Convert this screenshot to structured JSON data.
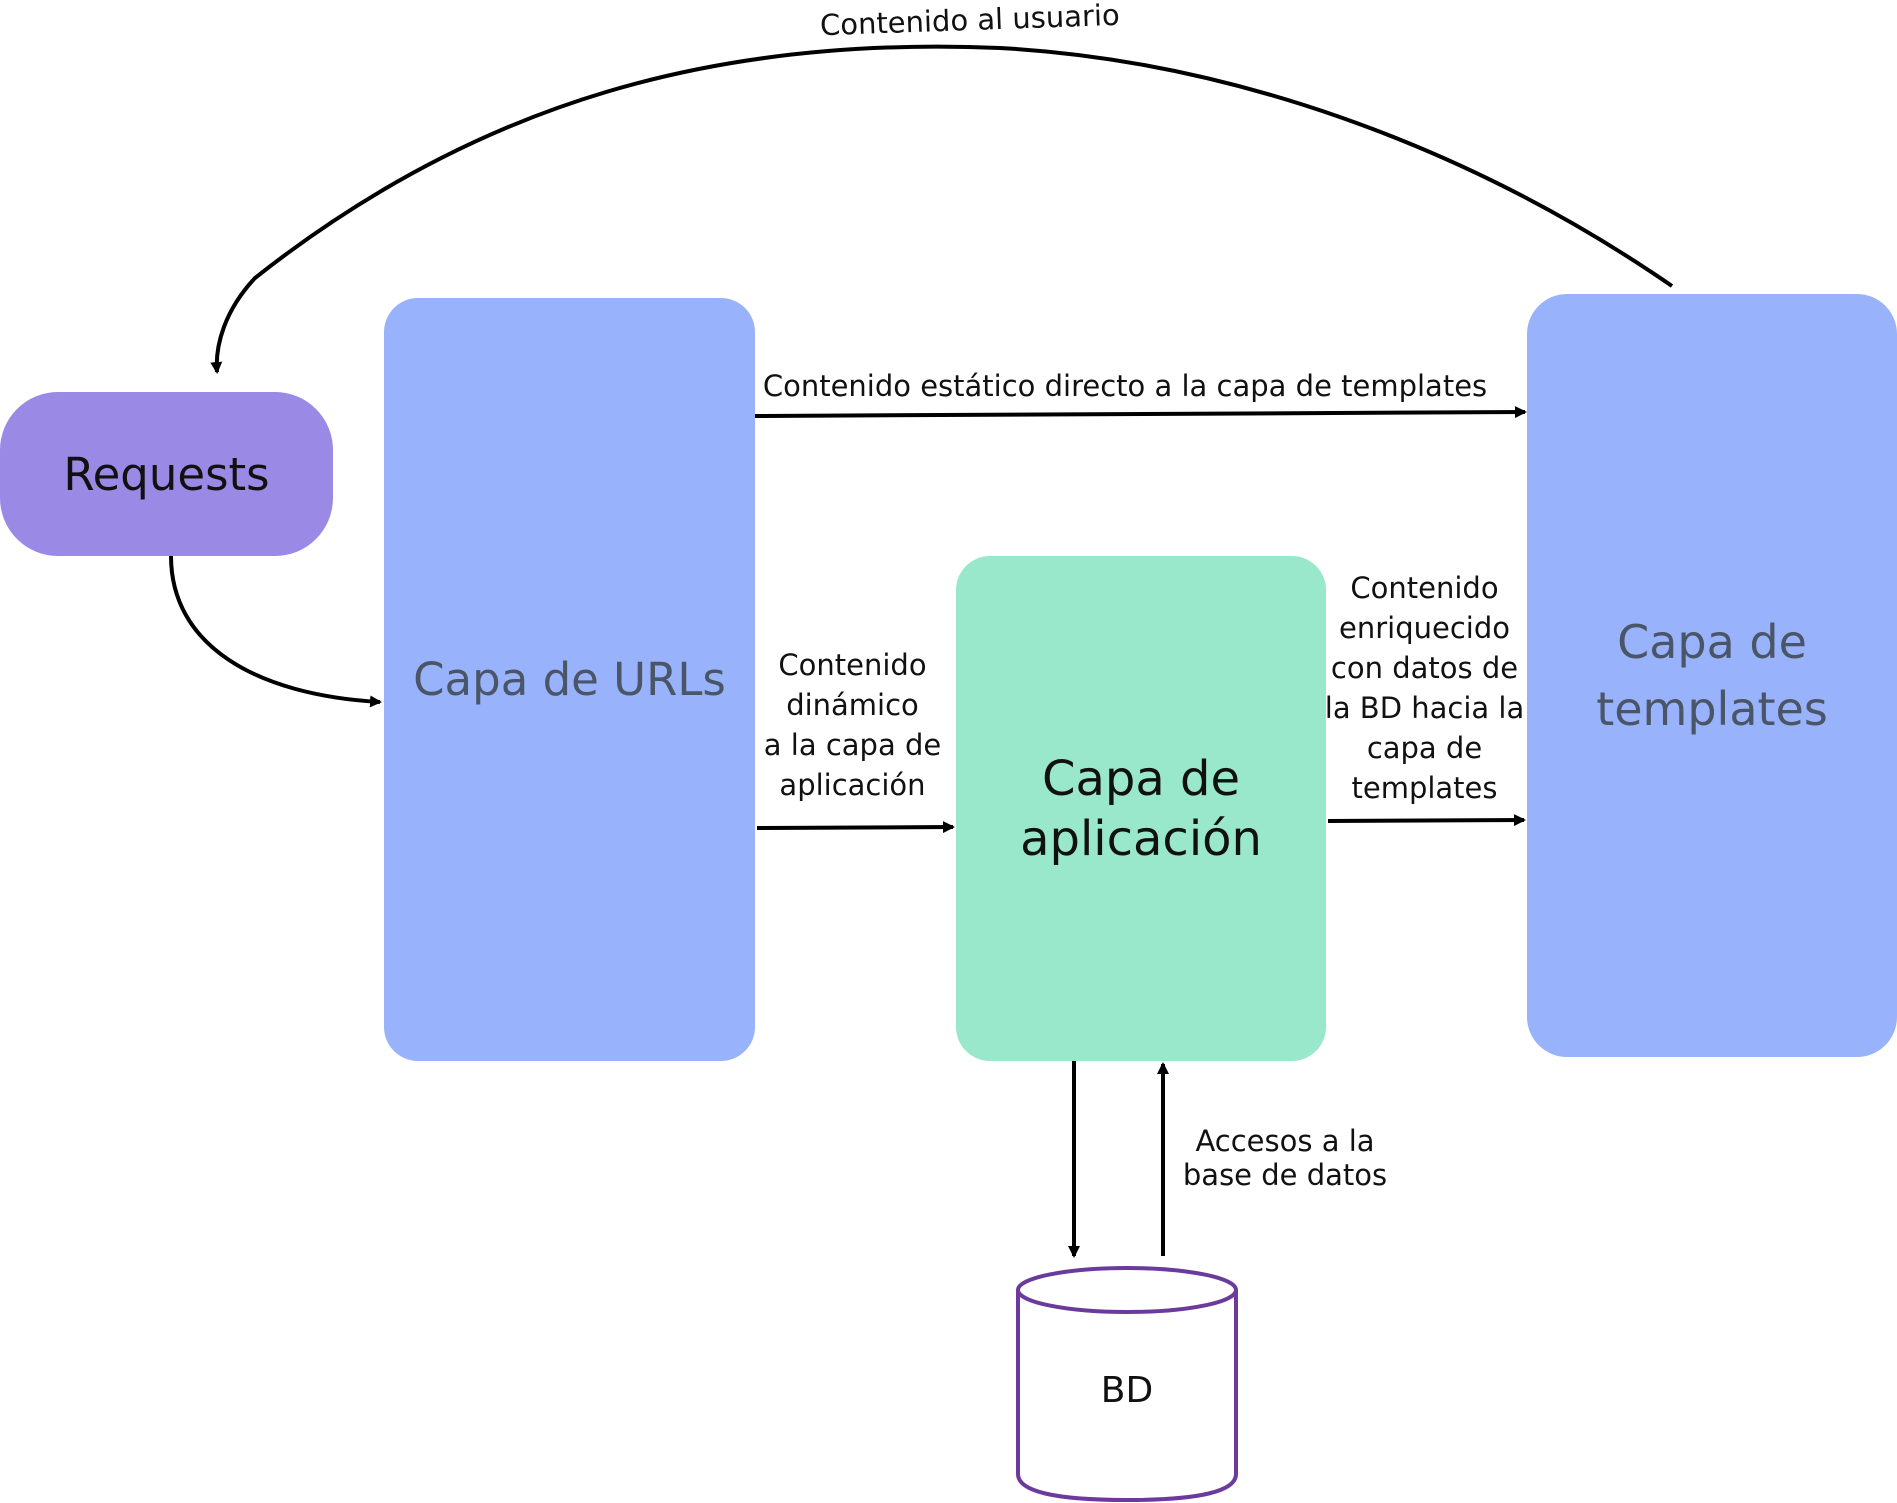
{
  "colors": {
    "requests_fill": "#9a8ae6",
    "layer_fill": "#98b3fb",
    "app_fill": "#99e8cb",
    "db_stroke": "#6b3a9c",
    "arrow": "#000000"
  },
  "nodes": {
    "requests": "Requests",
    "urls": "Capa de URLs",
    "app": [
      "Capa de",
      "aplicación"
    ],
    "templates": [
      "Capa de",
      "templates"
    ],
    "db": "BD"
  },
  "edges": {
    "to_user": "Contenido al usuario",
    "static": "Contenido estático directo a la capa de templates",
    "dynamic": [
      "Contenido",
      "dinámico",
      "a la capa de",
      "aplicación"
    ],
    "enriched": [
      "Contenido",
      "enriquecido",
      "con datos de",
      "la BD hacia la",
      "capa de",
      "templates"
    ],
    "db_access": [
      "Accesos a la",
      "base de datos"
    ]
  }
}
